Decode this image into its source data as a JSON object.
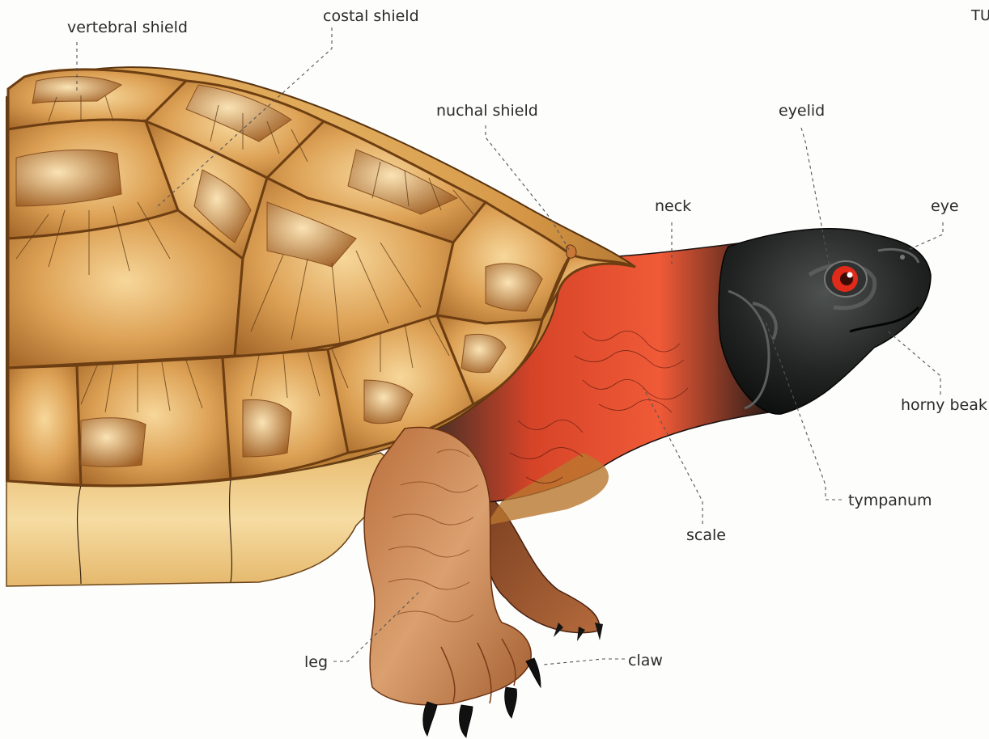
{
  "header": {
    "corner_text": "TU"
  },
  "labels": {
    "vertebral_shield": "vertebral shield",
    "costal_shield": "costal shield",
    "nuchal_shield": "nuchal shield",
    "eyelid": "eyelid",
    "neck": "neck",
    "eye": "eye",
    "horny_beak": "horny beak",
    "tympanum": "tympanum",
    "scale": "scale",
    "leg": "leg",
    "claw": "claw"
  },
  "colors": {
    "shell_light": "#e9b968",
    "shell_mid": "#c98a3c",
    "shell_dark": "#7a4a1c",
    "plastron": "#f2d597",
    "head": "#1b1d1c",
    "neck_red": "#e1462b",
    "leg_skin": "#c9834f",
    "eye_iris": "#e02a1a"
  }
}
